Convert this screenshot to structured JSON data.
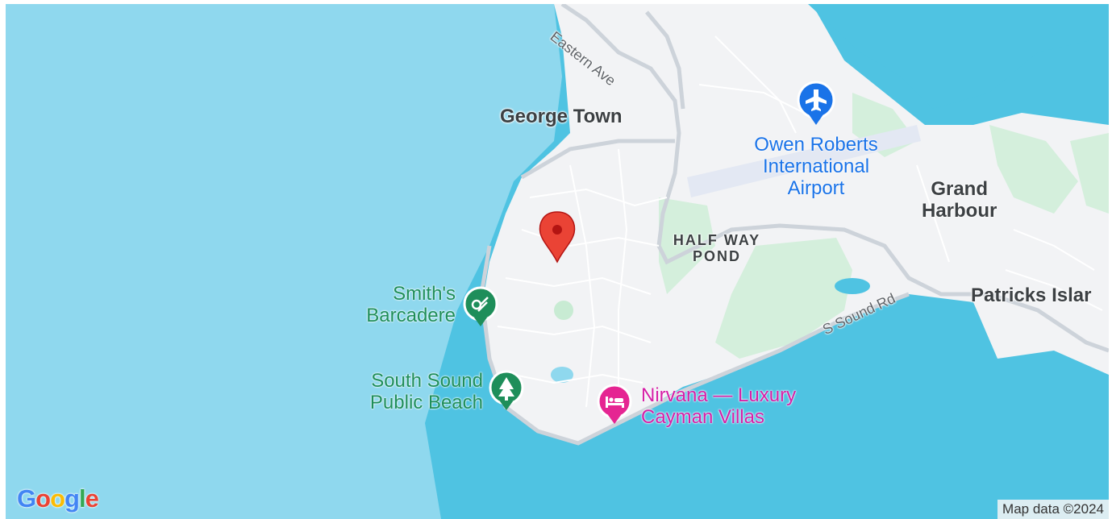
{
  "map": {
    "place_labels": {
      "george_town": "George Town",
      "half_way_pond_line1": "HALF WAY",
      "half_way_pond_line2": "POND",
      "grand_harbour_line1": "Grand",
      "grand_harbour_line2": "Harbour",
      "patricks_island": "Patricks Islar"
    },
    "road_labels": {
      "eastern_ave": "Eastern Ave",
      "s_sound_rd": "S Sound Rd"
    },
    "poi_labels": {
      "airport_line1": "Owen Roberts",
      "airport_line2": "International",
      "airport_line3": "Airport",
      "smiths_line1": "Smith's",
      "smiths_line2": "Barcadere",
      "south_sound_line1": "South Sound",
      "south_sound_line2": "Public Beach",
      "nirvana_line1": "Nirvana — Luxury",
      "nirvana_line2": "Cayman Villas"
    },
    "icons": {
      "airport": "airplane-icon",
      "smiths": "snorkel-icon",
      "south_sound": "tree-icon",
      "nirvana": "hotel-bed-icon",
      "location_marker": "red-pin-icon"
    },
    "colors": {
      "water_light": "#8fd8ee",
      "water_deep": "#4fc3e2",
      "land": "#f2f3f5",
      "park": "#d4efdc",
      "road": "#cdd3da",
      "pin": "#ea4335",
      "airport_pin": "#1a73e8",
      "park_pin": "#1e8e5a",
      "hotel_pin": "#e52592"
    }
  },
  "branding": {
    "logo_letters": [
      "G",
      "o",
      "o",
      "g",
      "l",
      "e"
    ],
    "logo_colors": [
      "#4285f4",
      "#ea4335",
      "#fbbc05",
      "#4285f4",
      "#34a853",
      "#ea4335"
    ]
  },
  "attribution": "Map data ©2024"
}
